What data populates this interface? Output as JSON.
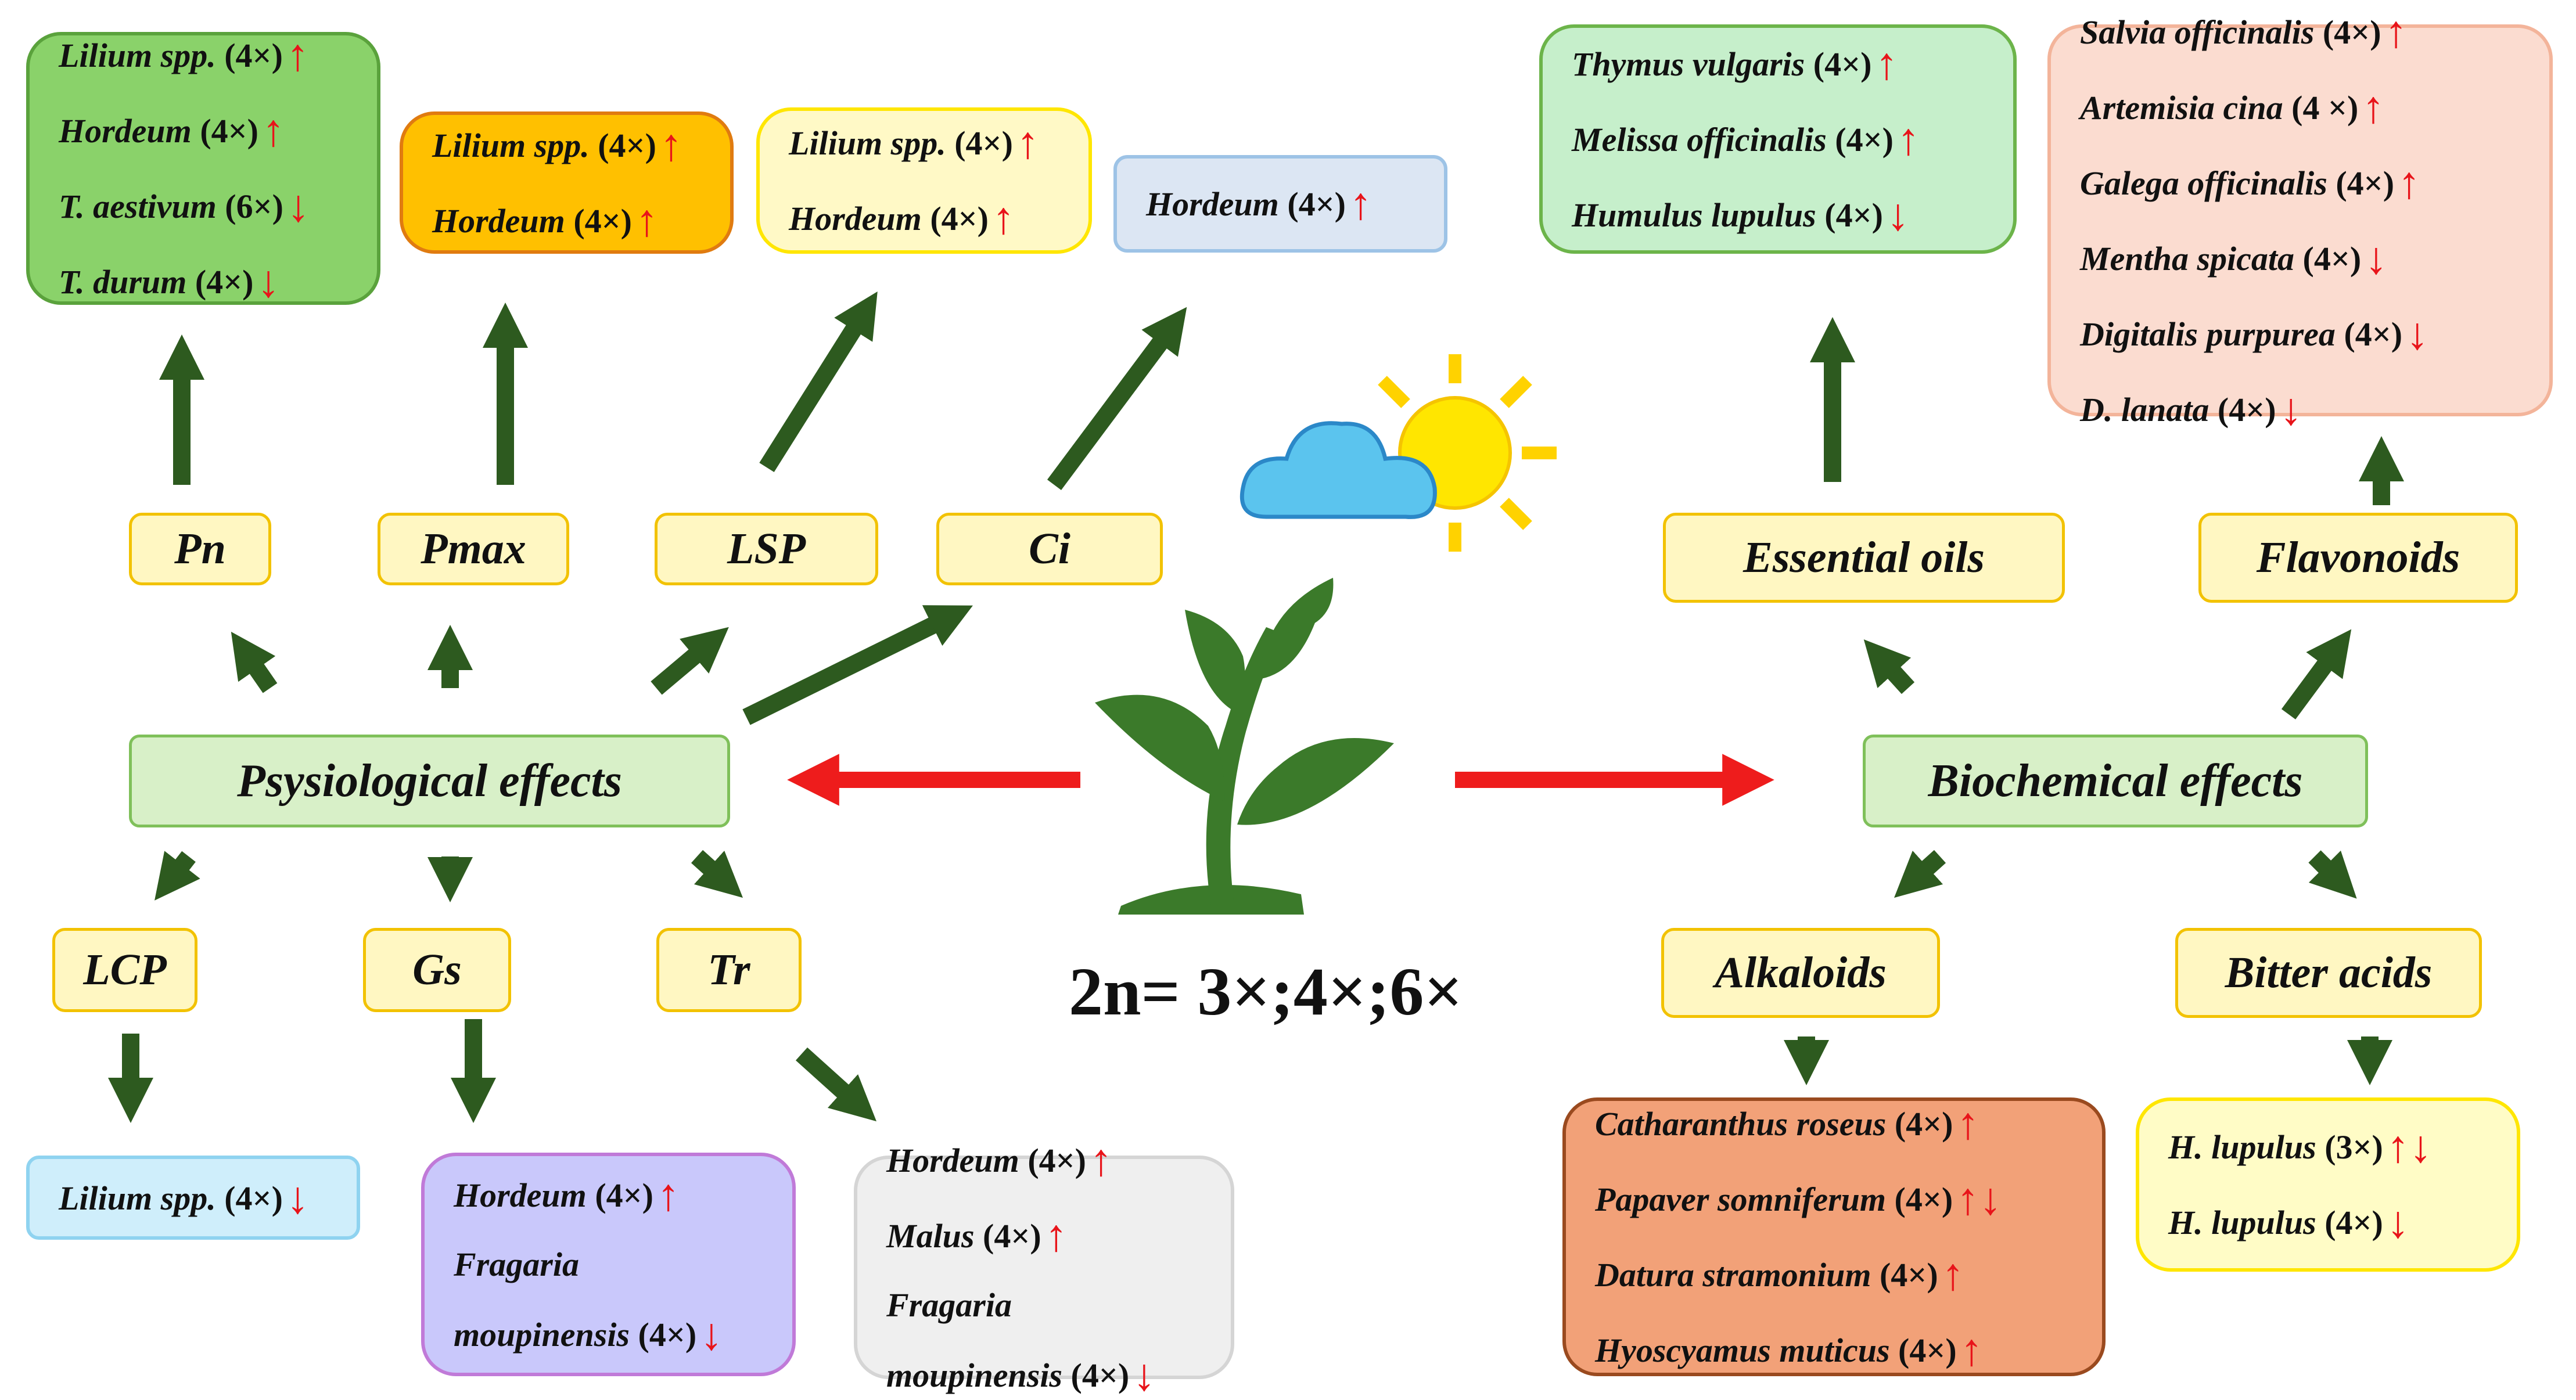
{
  "center": {
    "ploidy_label": "2n= 3×;4×;6×"
  },
  "physiological": {
    "title": "Psysiological effects",
    "params": {
      "pn": "Pn",
      "pmax": "Pmax",
      "lsp": "LSP",
      "ci": "Ci",
      "lcp": "LCP",
      "gs": "Gs",
      "tr": "Tr"
    }
  },
  "biochemical": {
    "title": "Biochemical effects",
    "params": {
      "essential_oils": "Essential oils",
      "flavonoids": "Flavonoids",
      "alkaloids": "Alkaloids",
      "bitter_acids": "Bitter acids"
    }
  },
  "results": {
    "pn": [
      {
        "name": "Lilium spp.",
        "ploidy": "(4×)",
        "arrow": "↑"
      },
      {
        "name": "Hordeum",
        "ploidy": "(4×)",
        "arrow": "↑"
      },
      {
        "name": "T. aestivum",
        "ploidy": "(6×)",
        "arrow": "↓"
      },
      {
        "name": "T. durum",
        "ploidy": "(4×)",
        "arrow": "↓"
      }
    ],
    "pmax": [
      {
        "name": "Lilium spp.",
        "ploidy": "(4×)",
        "arrow": "↑"
      },
      {
        "name": "Hordeum",
        "ploidy": "(4×)",
        "arrow": "↑"
      }
    ],
    "lsp": [
      {
        "name": "Lilium spp.",
        "ploidy": "(4×)",
        "arrow": "↑"
      },
      {
        "name": "Hordeum",
        "ploidy": "(4×)",
        "arrow": "↑"
      }
    ],
    "ci": [
      {
        "name": "Hordeum",
        "ploidy": "(4×)",
        "arrow": "↑"
      }
    ],
    "lcp": [
      {
        "name": "Lilium spp.",
        "ploidy": "(4×)",
        "arrow": "↓"
      }
    ],
    "gs": [
      {
        "name": "Hordeum",
        "ploidy": "(4×)",
        "arrow": "↑"
      },
      {
        "name": "Fragaria",
        "ploidy": "",
        "arrow": ""
      },
      {
        "name": "moupinensis",
        "ploidy": "(4×)",
        "arrow": "↓"
      }
    ],
    "tr": [
      {
        "name": "Hordeum",
        "ploidy": "(4×)",
        "arrow": "↑"
      },
      {
        "name": "Malus",
        "ploidy": "(4×)",
        "arrow": "↑"
      },
      {
        "name": "Fragaria",
        "ploidy": "",
        "arrow": ""
      },
      {
        "name": "moupinensis",
        "ploidy": "(4×)",
        "arrow": "↓"
      }
    ],
    "essential_oils": [
      {
        "name": "Thymus vulgaris",
        "ploidy": "(4×)",
        "arrow": "↑"
      },
      {
        "name": "Melissa officinalis",
        "ploidy": "(4×)",
        "arrow": "↑"
      },
      {
        "name": "Humulus lupulus",
        "ploidy": "(4×)",
        "arrow": "↓"
      }
    ],
    "flavonoids": [
      {
        "name": "Salvia officinalis",
        "ploidy": "(4×)",
        "arrow": "↑"
      },
      {
        "name": "Artemisia cina",
        "ploidy": "(4 ×)",
        "arrow": "↑"
      },
      {
        "name": "Galega officinalis",
        "ploidy": "(4×)",
        "arrow": "↑"
      },
      {
        "name": "Mentha spicata",
        "ploidy": "(4×)",
        "arrow": "↓"
      },
      {
        "name": "Digitalis purpurea",
        "ploidy": "(4×)",
        "arrow": "↓"
      },
      {
        "name": "D. lanata",
        "ploidy": "(4×)",
        "arrow": "↓"
      }
    ],
    "alkaloids": [
      {
        "name": "Catharanthus roseus",
        "ploidy": "(4×)",
        "arrow": "↑"
      },
      {
        "name": "Papaver somniferum",
        "ploidy": "(4×)",
        "arrow": "↑↓"
      },
      {
        "name": "Datura stramonium",
        "ploidy": "(4×)",
        "arrow": "↑"
      },
      {
        "name": "Hyoscyamus muticus",
        "ploidy": "(4×)",
        "arrow": "↑"
      }
    ],
    "bitter_acids": [
      {
        "name": "H. lupulus",
        "ploidy": "(3×)",
        "arrow": "↑↓"
      },
      {
        "name": "H. lupulus",
        "ploidy": "(4×)",
        "arrow": "↓"
      }
    ]
  },
  "colors": {
    "arrow_green": "#2d5a1f",
    "arrow_red": "#ee1c1c",
    "plant_green": "#3b7a2a",
    "sun": "#ffe600",
    "cloud": "#5bc4ee"
  },
  "icons": {
    "plant": "plant-icon",
    "sun": "sun-icon",
    "cloud": "cloud-icon"
  }
}
